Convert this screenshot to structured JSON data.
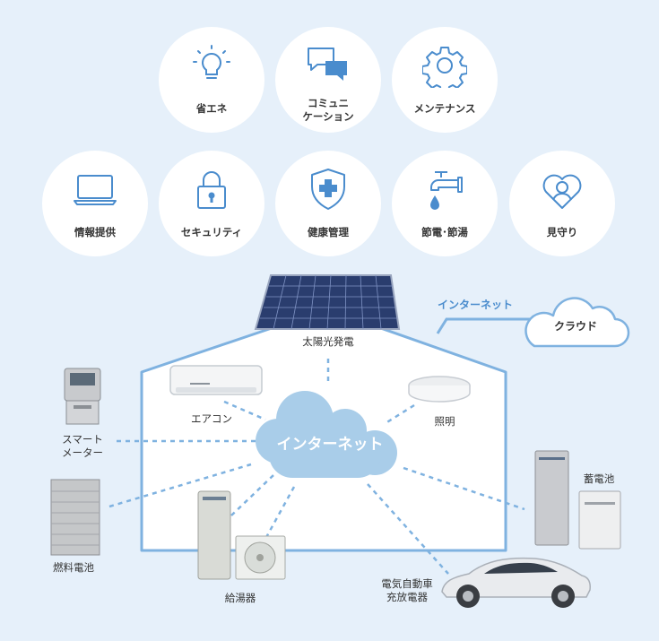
{
  "services": [
    {
      "name": "energy-saving",
      "label": "省エネ",
      "icon": "lightbulb-icon"
    },
    {
      "name": "communication",
      "label": "コミュニ\nケーション",
      "icon": "chat-icon"
    },
    {
      "name": "maintenance",
      "label": "メンテナンス",
      "icon": "gear-icon"
    },
    {
      "name": "information",
      "label": "情報提供",
      "icon": "laptop-icon"
    },
    {
      "name": "security",
      "label": "セキュリティ",
      "icon": "lock-icon"
    },
    {
      "name": "health",
      "label": "健康管理",
      "icon": "shield-cross-icon"
    },
    {
      "name": "water-power-saving",
      "label": "節電･節湯",
      "icon": "faucet-icon"
    },
    {
      "name": "watching",
      "label": "見守り",
      "icon": "heart-person-icon"
    }
  ],
  "house": {
    "solar_label": "太陽光発電",
    "internet_label": "インターネット",
    "cloud_label": "クラウド",
    "cloud_link_label": "インターネット"
  },
  "devices": {
    "aircon": "エアコン",
    "lighting": "照明",
    "smart_meter": "スマート\nメーター",
    "fuel_cell": "燃料電池",
    "water_heater": "給湯器",
    "ev_charger": "電気自動車\n充放電器",
    "battery": "蓄電池"
  },
  "colors": {
    "background": "#e6f0fa",
    "accent": "#4a8ccd",
    "line": "#7fb2e0",
    "cloud": "#a9cde9"
  }
}
